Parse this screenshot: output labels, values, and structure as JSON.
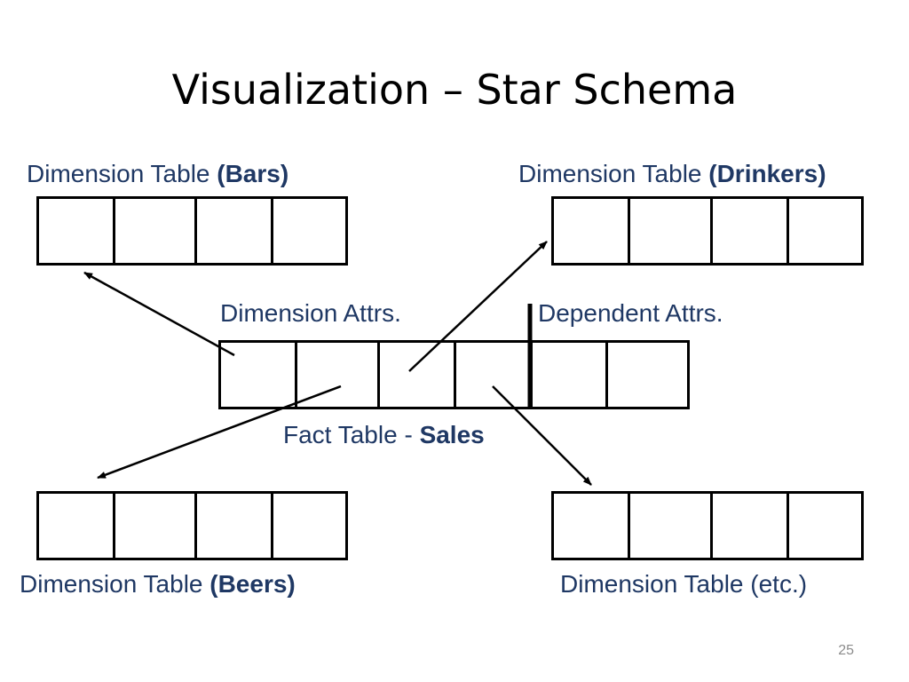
{
  "title": "Visualization – Star Schema",
  "colors": {
    "label": "#1f3864",
    "line": "#000000",
    "page_number": "#8c8c8c"
  },
  "tables": {
    "bars": {
      "prefix": "Dimension Table ",
      "name": "(Bars)"
    },
    "drinkers": {
      "prefix": "Dimension Table ",
      "name": "(Drinkers)"
    },
    "beers": {
      "prefix": "Dimension Table ",
      "name": "(Beers)"
    },
    "etc": {
      "prefix": "Dimension Table (etc.)",
      "name": ""
    },
    "fact": {
      "prefix": "Fact Table - ",
      "name": "Sales"
    }
  },
  "fact_labels": {
    "dimension_attrs": "Dimension Attrs.",
    "dependent_attrs": "Dependent Attrs."
  },
  "page_number": "25"
}
